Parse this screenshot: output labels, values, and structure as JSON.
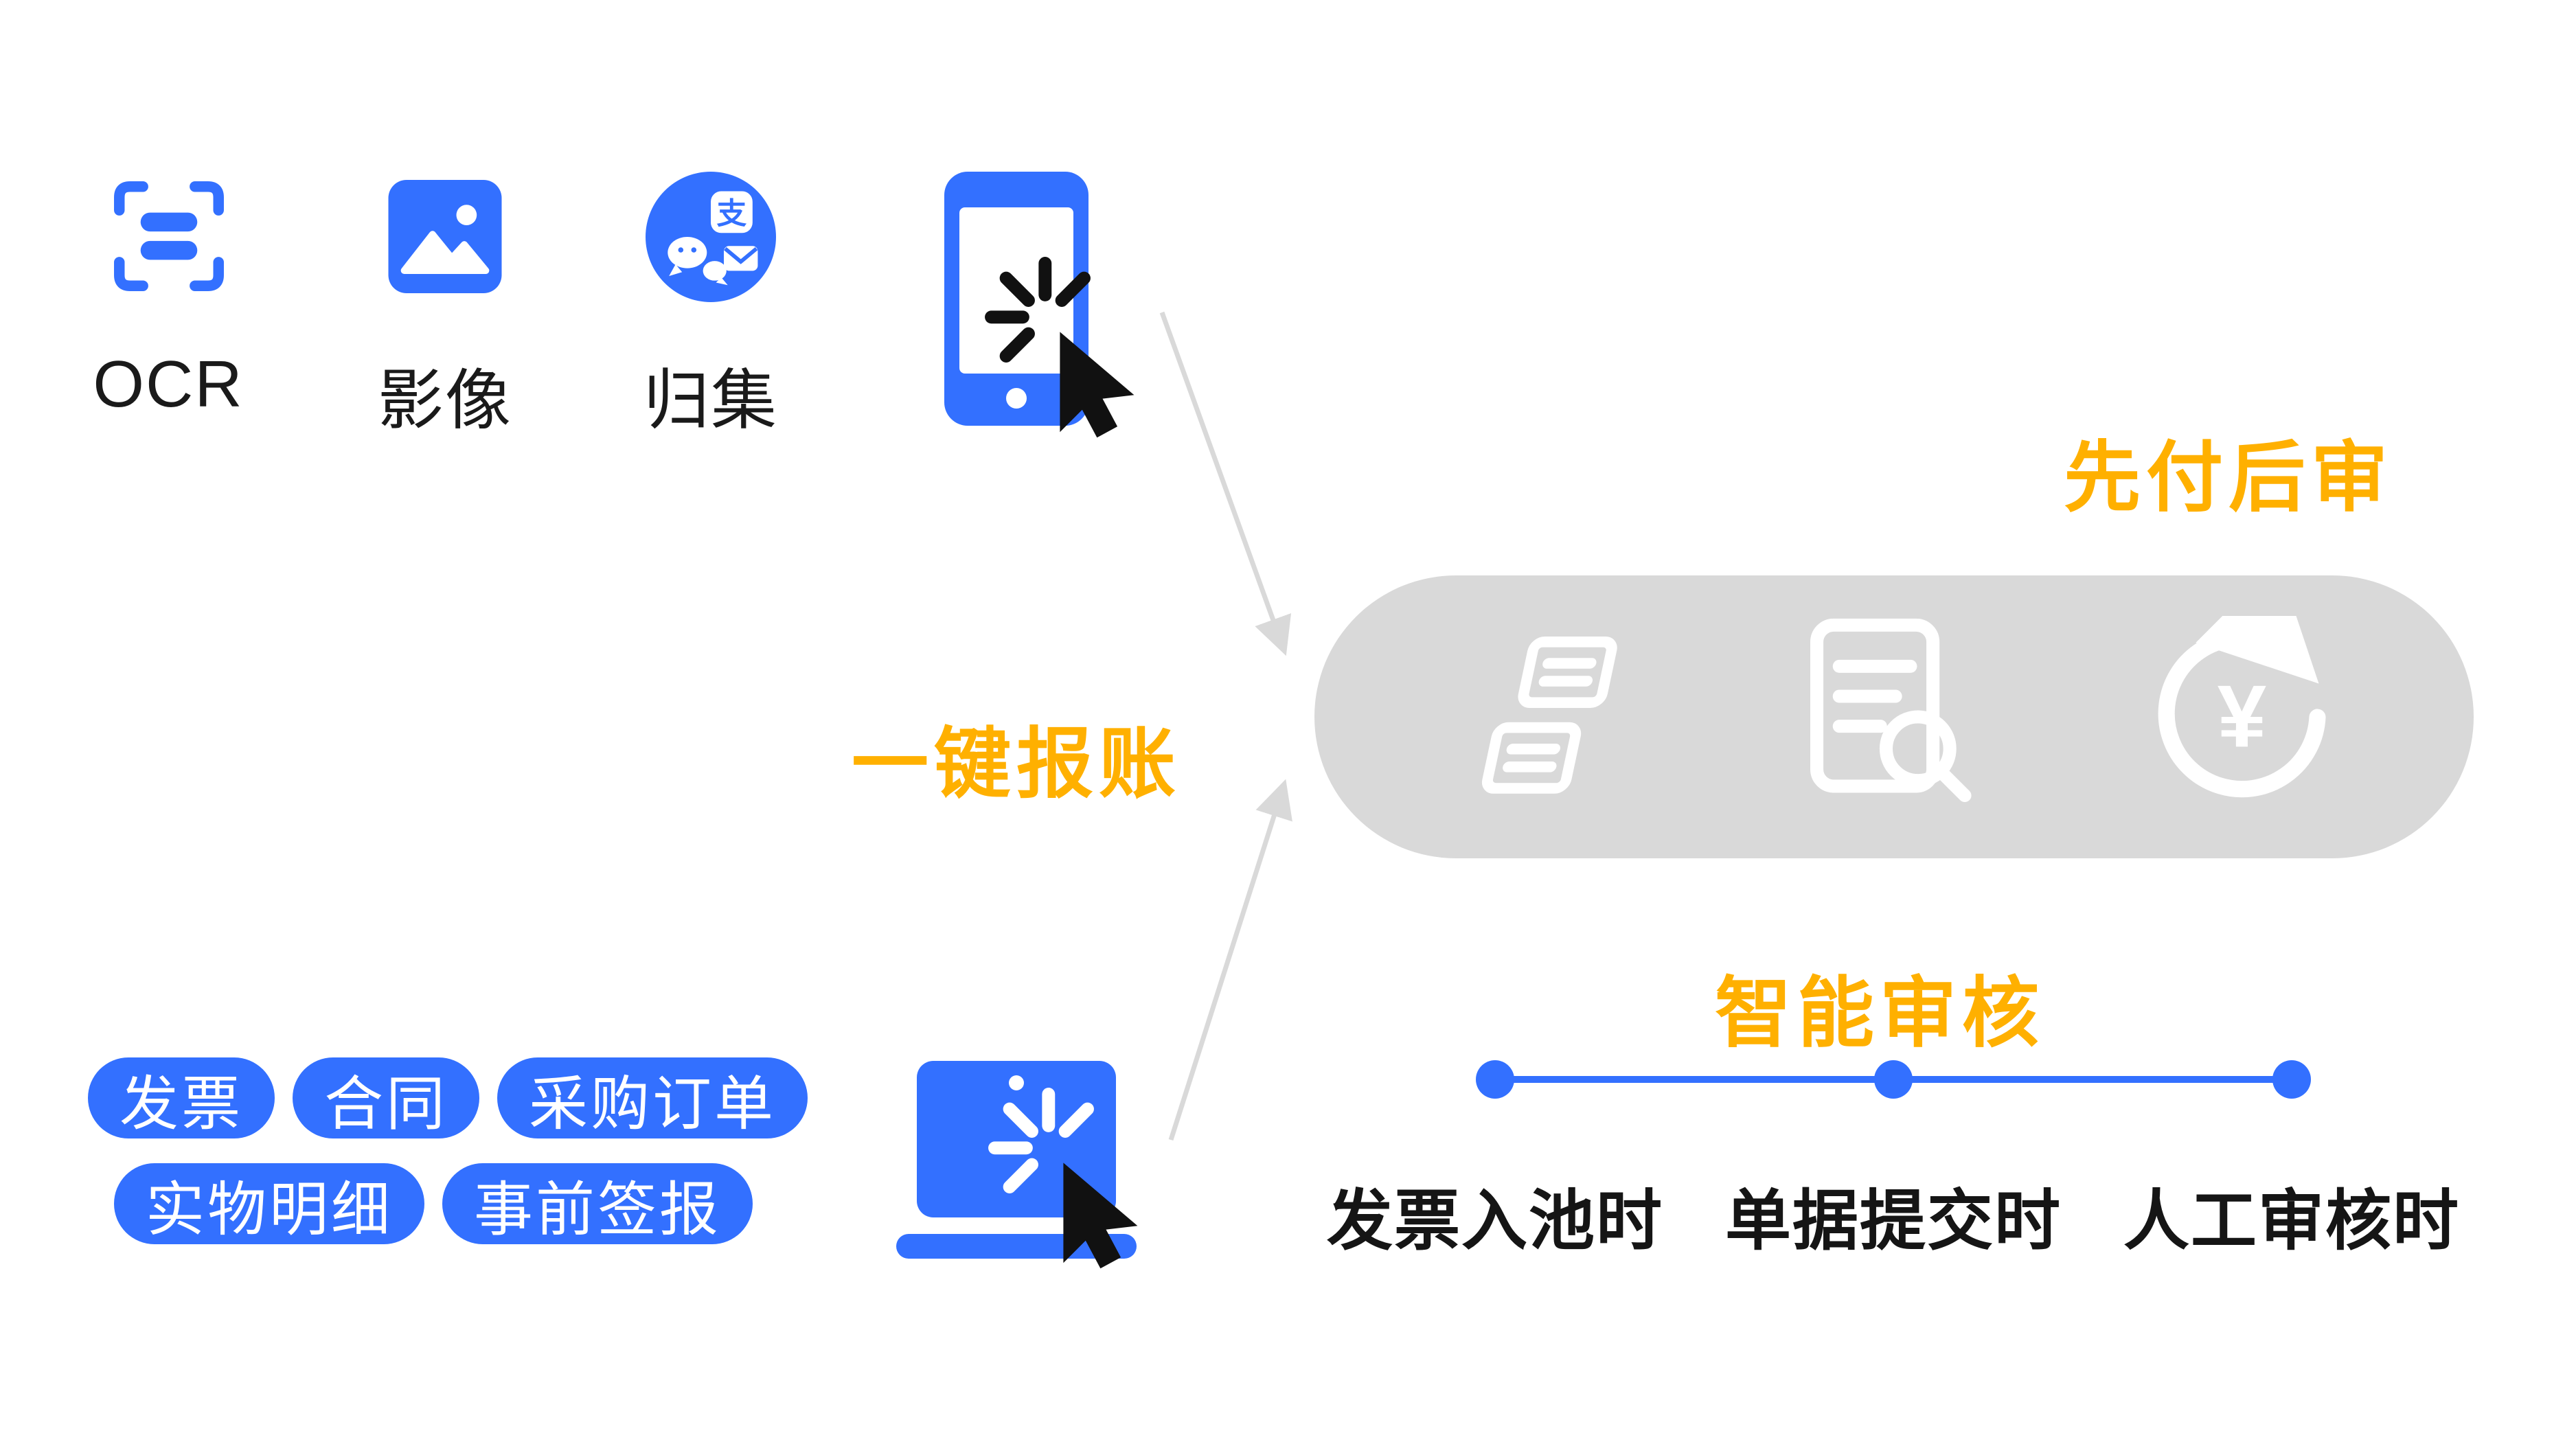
{
  "colors": {
    "blue": "#3370FF",
    "orange": "#FFB000",
    "pill_gray": "#D9D9D9",
    "arrow_gray": "#D9D9D9",
    "text_dark": "#111111"
  },
  "sources": {
    "items": [
      {
        "icon": "ocr-scan-icon",
        "label": "OCR"
      },
      {
        "icon": "image-icon",
        "label": "影像"
      },
      {
        "icon": "collect-channels-icon",
        "label": "归集"
      }
    ],
    "device_icon": "phone-tap-icon",
    "cursor_icon": "click-cursor-icon"
  },
  "flow": {
    "action_label": "一键报账",
    "mode_label": "先付后审",
    "process_icons": [
      "receipts-icon",
      "document-review-icon",
      "refresh-yuan-icon"
    ]
  },
  "review": {
    "title": "智能审核",
    "stages": [
      "发票入池时",
      "单据提交时",
      "人工审核时"
    ]
  },
  "documents": {
    "tags_row1": [
      "发票",
      "合同",
      "采购订单"
    ],
    "tags_row2": [
      "实物明细",
      "事前签报"
    ],
    "device_icon": "laptop-click-icon",
    "cursor_icon": "click-cursor-icon"
  }
}
